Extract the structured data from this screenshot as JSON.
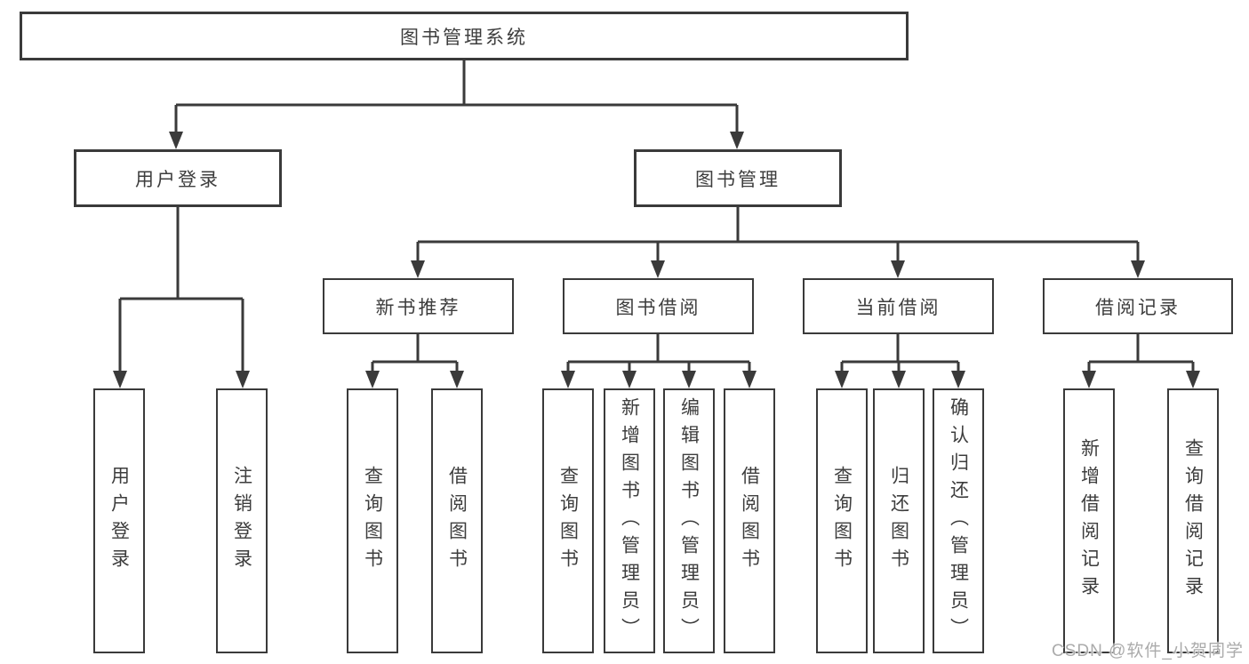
{
  "tree": {
    "label": "图书管理系统",
    "children": [
      {
        "label": "用户登录",
        "children": [
          {
            "label": "用户登录"
          },
          {
            "label": "注销登录"
          }
        ]
      },
      {
        "label": "图书管理",
        "children": [
          {
            "label": "新书推荐",
            "children": [
              {
                "label": "查询图书"
              },
              {
                "label": "借阅图书"
              }
            ]
          },
          {
            "label": "图书借阅",
            "children": [
              {
                "label": "查询图书"
              },
              {
                "label": "新增图书（管理员）"
              },
              {
                "label": "编辑图书（管理员）"
              },
              {
                "label": "借阅图书"
              }
            ]
          },
          {
            "label": "当前借阅",
            "children": [
              {
                "label": "查询图书"
              },
              {
                "label": "归还图书"
              },
              {
                "label": "确认归还（管理员）"
              }
            ]
          },
          {
            "label": "借阅记录",
            "children": [
              {
                "label": "新增借阅记录"
              },
              {
                "label": "查询借阅记录"
              }
            ]
          }
        ]
      }
    ]
  },
  "watermark": "CSDN @软件_小贺同学",
  "colors": {
    "line": "#3a3a3a",
    "text": "#3d3d3d",
    "watermark": "#ababab",
    "background": "#ffffff"
  }
}
